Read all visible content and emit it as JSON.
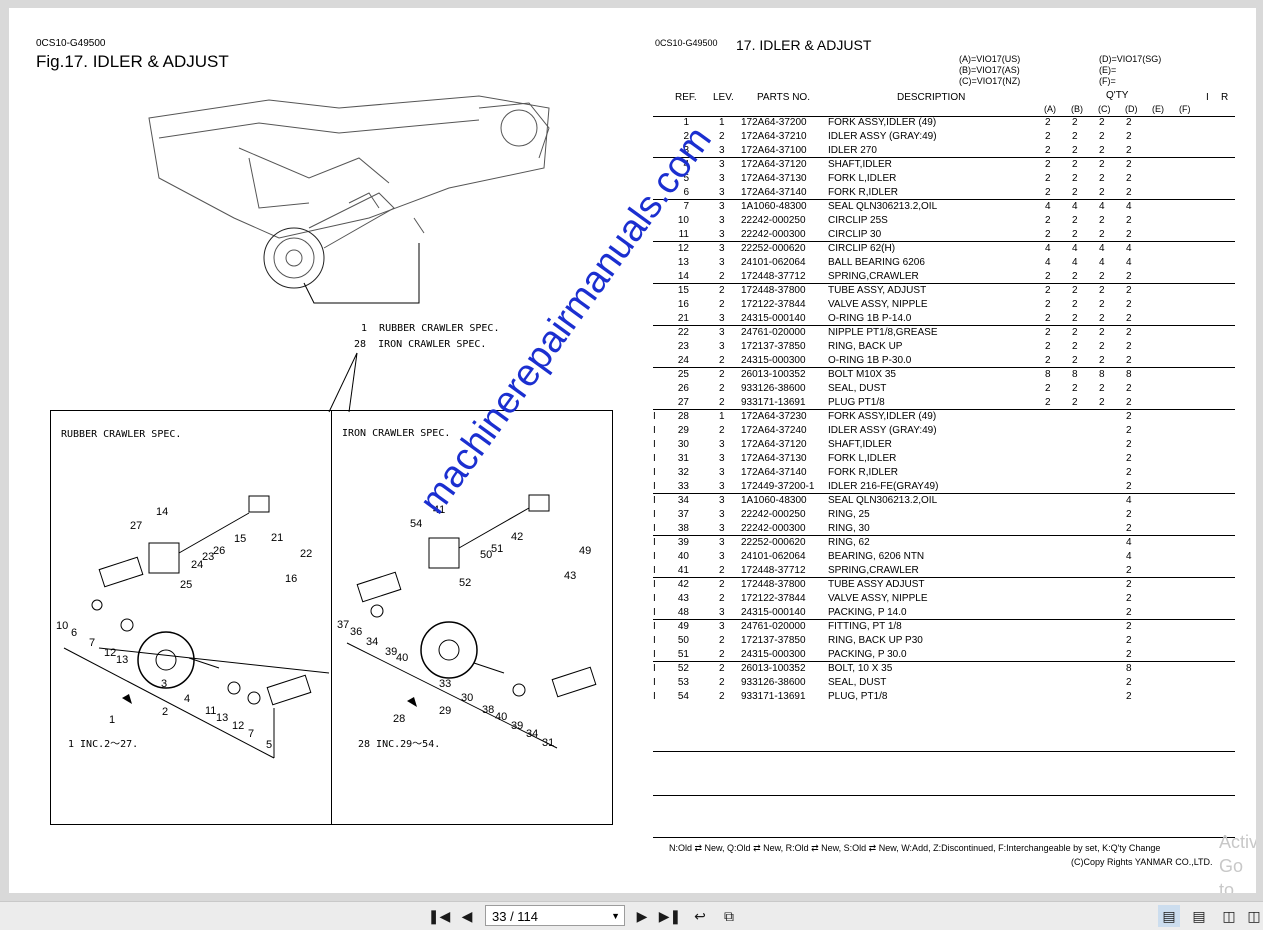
{
  "document": {
    "left": {
      "code": "0CS10-G49500",
      "figure_title": "Fig.17.  IDLER & ADJUST",
      "callout_lines": [
        "1  RUBBER CRAWLER SPEC.",
        "28  IRON CRAWLER SPEC."
      ],
      "inset_left_label": "RUBBER CRAWLER SPEC.",
      "inset_right_label": "IRON CRAWLER SPEC.",
      "inset_left_note": "1  INC.2〜27.",
      "inset_right_note": "28  INC.29〜54.",
      "rubber_numbers": [
        "27",
        "14",
        "15",
        "21",
        "22",
        "16",
        "24",
        "23",
        "26",
        "25",
        "10",
        "6",
        "7",
        "12",
        "13",
        "3",
        "4",
        "11",
        "13",
        "12",
        "7",
        "5",
        "2",
        "1"
      ],
      "iron_numbers": [
        "54",
        "41",
        "42",
        "49",
        "51",
        "50",
        "43",
        "52",
        "37",
        "36",
        "34",
        "39",
        "40",
        "33",
        "30",
        "38",
        "40",
        "39",
        "34",
        "31",
        "29",
        "28"
      ]
    },
    "right": {
      "code": "0CS10-G49500",
      "title": "17.  IDLER & ADJUST",
      "models_left": [
        "(A)=VIO17(US)",
        "(B)=VIO17(AS)",
        "(C)=VIO17(NZ)"
      ],
      "models_right": [
        "(D)=VIO17(SG)",
        "(E)=",
        "(F)="
      ],
      "headers": {
        "ref": "REF.",
        "lev": "LEV.",
        "parts_no": "PARTS NO.",
        "description": "DESCRIPTION",
        "qty": "Q'TY",
        "i": "I",
        "r": "R",
        "qty_cols": [
          "(A)",
          "(B)",
          "(C)",
          "(D)",
          "(E)",
          "(F)"
        ]
      },
      "rows": [
        {
          "m": "",
          "ref": "1",
          "lev": "1",
          "part": "172A64-37200",
          "desc": "FORK ASSY,IDLER (49)",
          "a": "2",
          "b": "2",
          "c": "2",
          "d": "2"
        },
        {
          "m": "",
          "ref": "2",
          "lev": "2",
          "part": "172A64-37210",
          "desc": "IDLER ASSY (GRAY:49)",
          "a": "2",
          "b": "2",
          "c": "2",
          "d": "2"
        },
        {
          "m": "",
          "ref": "3",
          "lev": "3",
          "part": "172A64-37100",
          "desc": "IDLER 270",
          "a": "2",
          "b": "2",
          "c": "2",
          "d": "2"
        },
        {
          "m": "",
          "ref": "4",
          "lev": "3",
          "part": "172A64-37120",
          "desc": "SHAFT,IDLER",
          "a": "2",
          "b": "2",
          "c": "2",
          "d": "2"
        },
        {
          "m": "",
          "ref": "5",
          "lev": "3",
          "part": "172A64-37130",
          "desc": "FORK L,IDLER",
          "a": "2",
          "b": "2",
          "c": "2",
          "d": "2"
        },
        {
          "m": "",
          "ref": "6",
          "lev": "3",
          "part": "172A64-37140",
          "desc": "FORK R,IDLER",
          "a": "2",
          "b": "2",
          "c": "2",
          "d": "2"
        },
        {
          "m": "",
          "ref": "7",
          "lev": "3",
          "part": "1A1060-48300",
          "desc": "SEAL QLN306213.2,OIL",
          "a": "4",
          "b": "4",
          "c": "4",
          "d": "4"
        },
        {
          "m": "",
          "ref": "10",
          "lev": "3",
          "part": "22242-000250",
          "desc": "CIRCLIP 25S",
          "a": "2",
          "b": "2",
          "c": "2",
          "d": "2"
        },
        {
          "m": "",
          "ref": "11",
          "lev": "3",
          "part": "22242-000300",
          "desc": "CIRCLIP  30",
          "a": "2",
          "b": "2",
          "c": "2",
          "d": "2"
        },
        {
          "m": "",
          "ref": "12",
          "lev": "3",
          "part": "22252-000620",
          "desc": "CIRCLIP 62(H)",
          "a": "4",
          "b": "4",
          "c": "4",
          "d": "4"
        },
        {
          "m": "",
          "ref": "13",
          "lev": "3",
          "part": "24101-062064",
          "desc": "BALL BEARING 6206",
          "a": "4",
          "b": "4",
          "c": "4",
          "d": "4"
        },
        {
          "m": "",
          "ref": "14",
          "lev": "2",
          "part": "172448-37712",
          "desc": "SPRING,CRAWLER",
          "a": "2",
          "b": "2",
          "c": "2",
          "d": "2"
        },
        {
          "m": "",
          "ref": "15",
          "lev": "2",
          "part": "172448-37800",
          "desc": "TUBE ASSY, ADJUST",
          "a": "2",
          "b": "2",
          "c": "2",
          "d": "2"
        },
        {
          "m": "",
          "ref": "16",
          "lev": "2",
          "part": "172122-37844",
          "desc": "VALVE ASSY, NIPPLE",
          "a": "2",
          "b": "2",
          "c": "2",
          "d": "2"
        },
        {
          "m": "",
          "ref": "21",
          "lev": "3",
          "part": "24315-000140",
          "desc": "O-RING 1B P-14.0",
          "a": "2",
          "b": "2",
          "c": "2",
          "d": "2"
        },
        {
          "m": "",
          "ref": "22",
          "lev": "3",
          "part": "24761-020000",
          "desc": "NIPPLE PT1/8,GREASE",
          "a": "2",
          "b": "2",
          "c": "2",
          "d": "2"
        },
        {
          "m": "",
          "ref": "23",
          "lev": "3",
          "part": "172137-37850",
          "desc": "RING, BACK UP",
          "a": "2",
          "b": "2",
          "c": "2",
          "d": "2"
        },
        {
          "m": "",
          "ref": "24",
          "lev": "2",
          "part": "24315-000300",
          "desc": "O-RING 1B P-30.0",
          "a": "2",
          "b": "2",
          "c": "2",
          "d": "2"
        },
        {
          "m": "",
          "ref": "25",
          "lev": "2",
          "part": "26013-100352",
          "desc": "BOLT M10X 35",
          "a": "8",
          "b": "8",
          "c": "8",
          "d": "8"
        },
        {
          "m": "",
          "ref": "26",
          "lev": "2",
          "part": "933126-38600",
          "desc": "SEAL, DUST",
          "a": "2",
          "b": "2",
          "c": "2",
          "d": "2"
        },
        {
          "m": "",
          "ref": "27",
          "lev": "2",
          "part": "933171-13691",
          "desc": "PLUG PT1/8",
          "a": "2",
          "b": "2",
          "c": "2",
          "d": "2"
        },
        {
          "m": "I",
          "ref": "28",
          "lev": "1",
          "part": "172A64-37230",
          "desc": "FORK ASSY,IDLER (49)",
          "a": "",
          "b": "",
          "c": "",
          "d": "2"
        },
        {
          "m": "I",
          "ref": "29",
          "lev": "2",
          "part": "172A64-37240",
          "desc": "IDLER ASSY (GRAY:49)",
          "a": "",
          "b": "",
          "c": "",
          "d": "2"
        },
        {
          "m": "I",
          "ref": "30",
          "lev": "3",
          "part": "172A64-37120",
          "desc": "SHAFT,IDLER",
          "a": "",
          "b": "",
          "c": "",
          "d": "2"
        },
        {
          "m": "I",
          "ref": "31",
          "lev": "3",
          "part": "172A64-37130",
          "desc": "FORK L,IDLER",
          "a": "",
          "b": "",
          "c": "",
          "d": "2"
        },
        {
          "m": "I",
          "ref": "32",
          "lev": "3",
          "part": "172A64-37140",
          "desc": "FORK R,IDLER",
          "a": "",
          "b": "",
          "c": "",
          "d": "2"
        },
        {
          "m": "I",
          "ref": "33",
          "lev": "3",
          "part": "172449-37200-1",
          "desc": "IDLER 216-FE(GRAY49)",
          "a": "",
          "b": "",
          "c": "",
          "d": "2"
        },
        {
          "m": "I",
          "ref": "34",
          "lev": "3",
          "part": "1A1060-48300",
          "desc": "SEAL QLN306213.2,OIL",
          "a": "",
          "b": "",
          "c": "",
          "d": "4"
        },
        {
          "m": "I",
          "ref": "37",
          "lev": "3",
          "part": "22242-000250",
          "desc": "RING,  25",
          "a": "",
          "b": "",
          "c": "",
          "d": "2"
        },
        {
          "m": "I",
          "ref": "38",
          "lev": "3",
          "part": "22242-000300",
          "desc": "RING,  30",
          "a": "",
          "b": "",
          "c": "",
          "d": "2"
        },
        {
          "m": "I",
          "ref": "39",
          "lev": "3",
          "part": "22252-000620",
          "desc": "RING,  62",
          "a": "",
          "b": "",
          "c": "",
          "d": "4"
        },
        {
          "m": "I",
          "ref": "40",
          "lev": "3",
          "part": "24101-062064",
          "desc": "BEARING, 6206   NTN",
          "a": "",
          "b": "",
          "c": "",
          "d": "4"
        },
        {
          "m": "I",
          "ref": "41",
          "lev": "2",
          "part": "172448-37712",
          "desc": "SPRING,CRAWLER",
          "a": "",
          "b": "",
          "c": "",
          "d": "2"
        },
        {
          "m": "I",
          "ref": "42",
          "lev": "2",
          "part": "172448-37800",
          "desc": "TUBE ASSY ADJUST",
          "a": "",
          "b": "",
          "c": "",
          "d": "2"
        },
        {
          "m": "I",
          "ref": "43",
          "lev": "2",
          "part": "172122-37844",
          "desc": "VALVE ASSY, NIPPLE",
          "a": "",
          "b": "",
          "c": "",
          "d": "2"
        },
        {
          "m": "I",
          "ref": "48",
          "lev": "3",
          "part": "24315-000140",
          "desc": "PACKING,  P 14.0",
          "a": "",
          "b": "",
          "c": "",
          "d": "2"
        },
        {
          "m": "I",
          "ref": "49",
          "lev": "3",
          "part": "24761-020000",
          "desc": "FITTING,  PT 1/8",
          "a": "",
          "b": "",
          "c": "",
          "d": "2"
        },
        {
          "m": "I",
          "ref": "50",
          "lev": "2",
          "part": "172137-37850",
          "desc": "RING, BACK UP P30",
          "a": "",
          "b": "",
          "c": "",
          "d": "2"
        },
        {
          "m": "I",
          "ref": "51",
          "lev": "2",
          "part": "24315-000300",
          "desc": "PACKING,  P 30.0",
          "a": "",
          "b": "",
          "c": "",
          "d": "2"
        },
        {
          "m": "I",
          "ref": "52",
          "lev": "2",
          "part": "26013-100352",
          "desc": "BOLT,  10 X  35",
          "a": "",
          "b": "",
          "c": "",
          "d": "8"
        },
        {
          "m": "I",
          "ref": "53",
          "lev": "2",
          "part": "933126-38600",
          "desc": "SEAL, DUST",
          "a": "",
          "b": "",
          "c": "",
          "d": "2"
        },
        {
          "m": "I",
          "ref": "54",
          "lev": "2",
          "part": "933171-13691",
          "desc": "PLUG, PT1/8",
          "a": "",
          "b": "",
          "c": "",
          "d": "2"
        }
      ],
      "legend": "N:Old ⇄ New, Q:Old ⇄ New, R:Old ⇄ New, S:Old ⇄ New, W:Add, Z:Discontinued, F:Interchangeable by set, K:Q'ty Change",
      "copyright": "(C)Copy Rights YANMAR CO.,LTD."
    },
    "watermark": "machinerepairmanuals.com",
    "activation_text": [
      "Activ",
      "Go to"
    ]
  },
  "toolbar": {
    "page_value": "33 / 114",
    "icons": [
      "first-page-icon",
      "prev-page-icon",
      "next-page-icon",
      "last-page-icon",
      "go-back-icon",
      "go-forward-icon",
      "single-page-icon",
      "continuous-icon",
      "two-page-icon",
      "two-page-continuous-icon"
    ]
  }
}
